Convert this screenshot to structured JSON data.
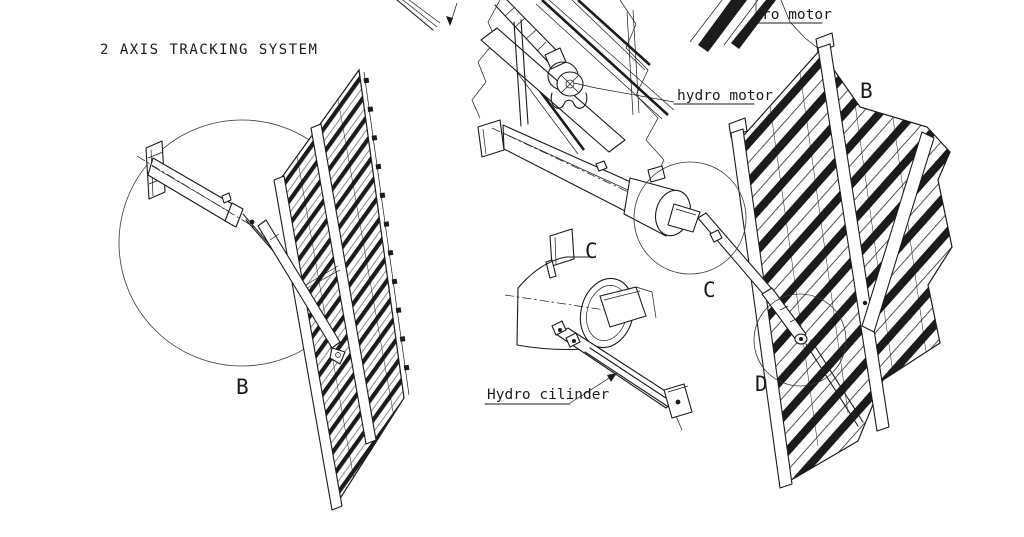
{
  "drawing": {
    "title": "2 AXIS TRACKING SYSTEM",
    "ink_color": "#1b1b1b",
    "background_color": "#ffffff",
    "labels": {
      "hydro_motor_top_partial": "ro motor",
      "hydro_motor": "hydro motor",
      "hydro_cylinder": "Hydro cilinder"
    },
    "detail_markers": {
      "left_view_b": "B",
      "right_view_b": "B",
      "detail_flag_c": "C",
      "detail_circle_c": "C",
      "detail_circle_d": "D"
    }
  }
}
